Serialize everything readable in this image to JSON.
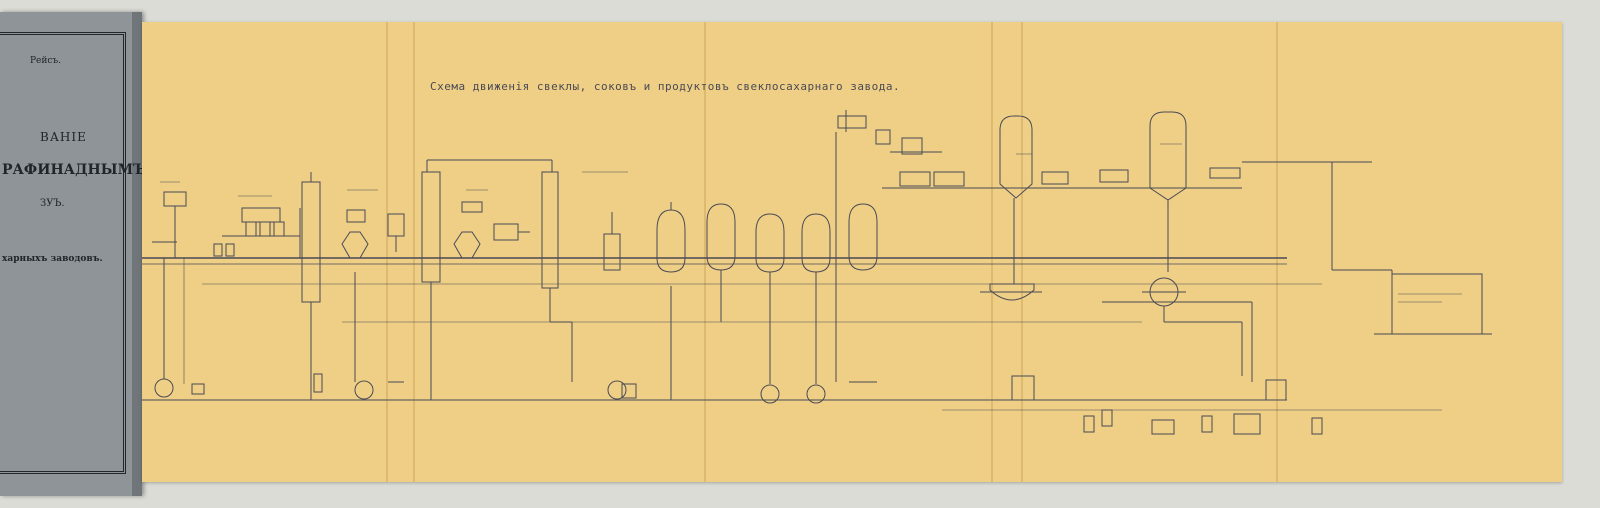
{
  "book": {
    "author": "Рейсъ.",
    "title_line1": "ВАНІЕ",
    "title_line2": "РАФИНАДНЫМЪ",
    "title_line3": "ЗУЪ.",
    "subtitle": "харныхъ заводовъ."
  },
  "diagram": {
    "title": "Схема движенія свеклы, соковъ и продуктовъ свеклосахарнаго завода."
  },
  "colors": {
    "paper": "#efcf86",
    "ink": "#4a4a55",
    "cover": "#8e9497",
    "background": "#dcdcd6"
  }
}
